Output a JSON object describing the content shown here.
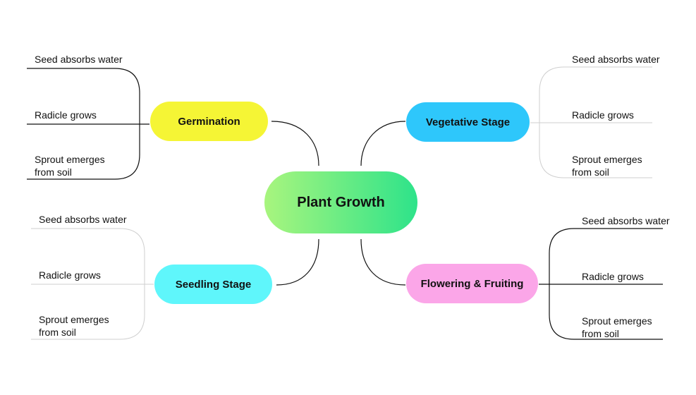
{
  "diagram": {
    "root": {
      "label": "Plant Growth",
      "gradient": [
        "#a8f57e",
        "#2ee38a"
      ]
    },
    "branches": [
      {
        "id": "germination",
        "label": "Germination",
        "color": "#f5f535",
        "line_color": "#000000",
        "leaves": [
          {
            "line1": "Seed absorbs water",
            "line2": ""
          },
          {
            "line1": "Radicle grows",
            "line2": ""
          },
          {
            "line1": "Sprout emerges",
            "line2": "from soil"
          }
        ]
      },
      {
        "id": "vegetative",
        "label": "Vegetative Stage",
        "color": "#2ec7fb",
        "line_color": "#cccccc",
        "leaves": [
          {
            "line1": "Seed absorbs water",
            "line2": ""
          },
          {
            "line1": "Radicle grows",
            "line2": ""
          },
          {
            "line1": "Sprout emerges",
            "line2": "from soil"
          }
        ]
      },
      {
        "id": "seedling",
        "label": "Seedling Stage",
        "color": "#5ff6fb",
        "line_color": "#cccccc",
        "leaves": [
          {
            "line1": "Seed absorbs water",
            "line2": ""
          },
          {
            "line1": "Radicle grows",
            "line2": ""
          },
          {
            "line1": "Sprout emerges",
            "line2": "from soil"
          }
        ]
      },
      {
        "id": "flowering",
        "label": "Flowering & Fruiting",
        "color": "#fba6e8",
        "line_color": "#000000",
        "leaves": [
          {
            "line1": "Seed absorbs water",
            "line2": ""
          },
          {
            "line1": "Radicle grows",
            "line2": ""
          },
          {
            "line1": "Sprout emerges",
            "line2": "from soil"
          }
        ]
      }
    ]
  }
}
